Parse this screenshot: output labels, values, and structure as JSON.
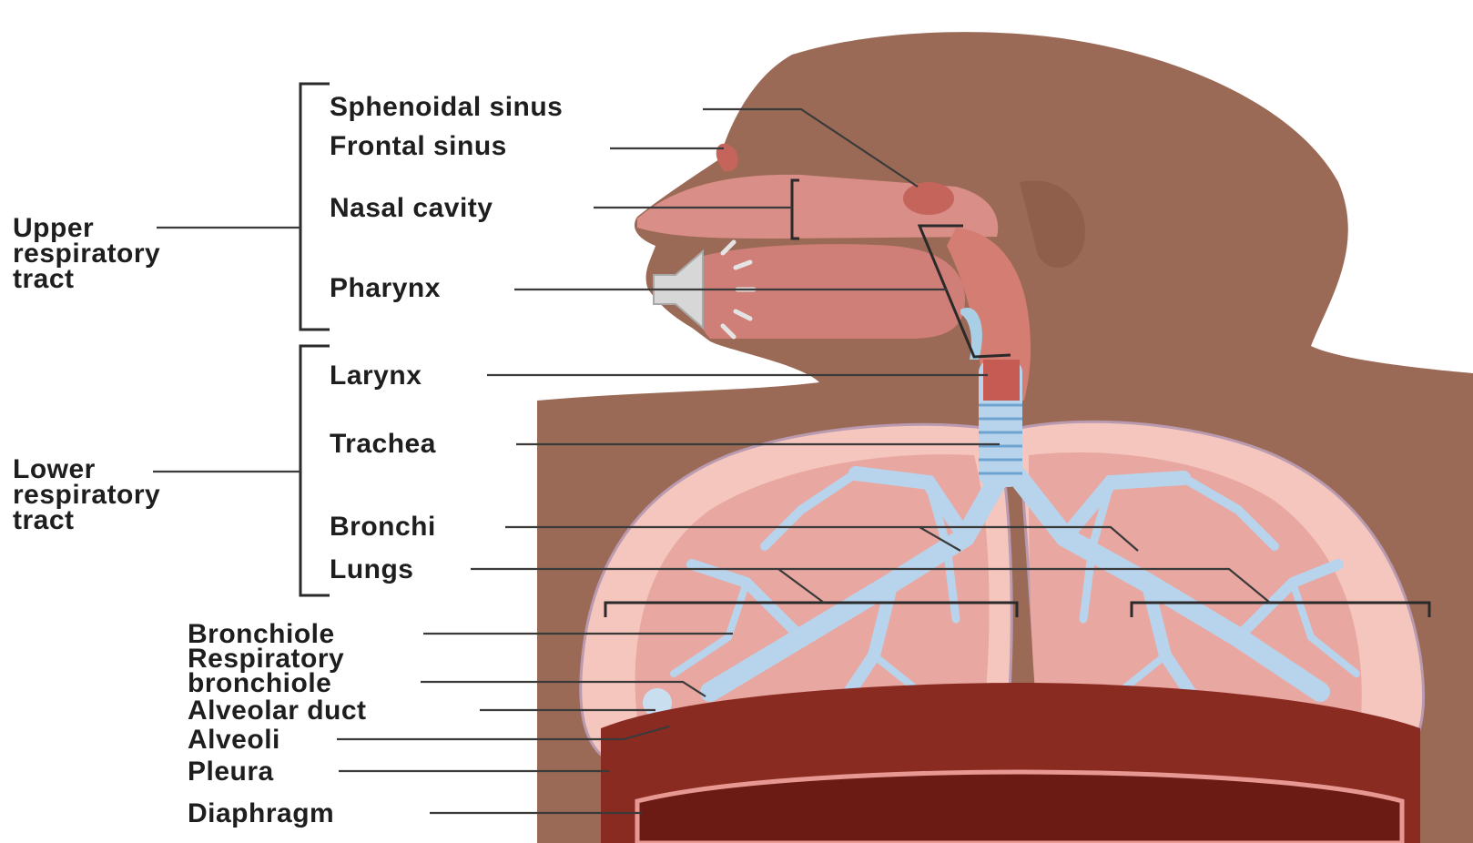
{
  "groups": {
    "upper": [
      "Upper",
      "respiratory",
      "tract"
    ],
    "lower": [
      "Lower",
      "respiratory",
      "tract"
    ]
  },
  "labels": {
    "sphenoidal_sinus": "Sphenoidal sinus",
    "frontal_sinus": "Frontal sinus",
    "nasal_cavity": "Nasal cavity",
    "pharynx": "Pharynx",
    "larynx": "Larynx",
    "trachea": "Trachea",
    "bronchi": "Bronchi",
    "lungs": "Lungs",
    "bronchiole": "Bronchiole",
    "respiratory_bronchiole": [
      "Respiratory",
      "bronchiole"
    ],
    "alveolar_duct": "Alveolar duct",
    "alveoli": "Alveoli",
    "pleura": "Pleura",
    "diaphragm": "Diaphragm"
  },
  "icons": {
    "audio": "speaker-icon"
  },
  "colors": {
    "silhouette": "#9b6a56",
    "tissue": "#d98e88",
    "lung": "#f4c6bd",
    "airway": "#b7d4ec",
    "diaphragm": "#8a2b22",
    "text": "#1e1e1e"
  }
}
